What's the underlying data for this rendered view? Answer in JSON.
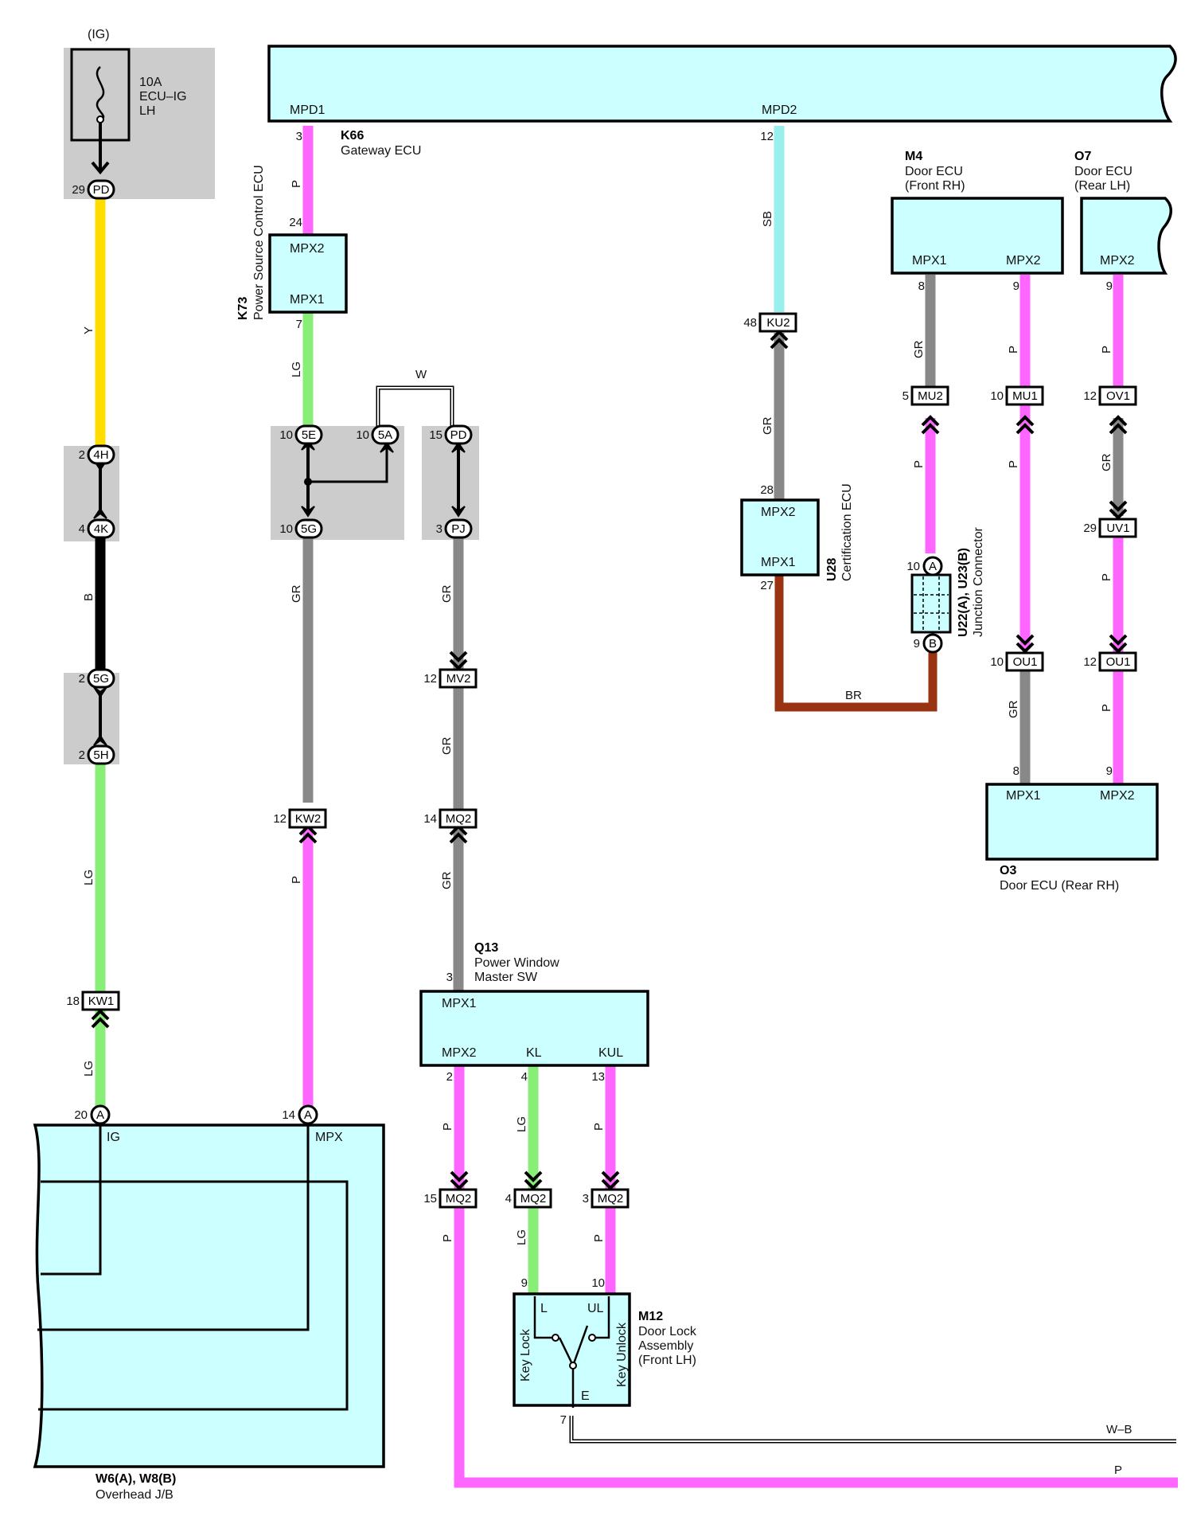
{
  "colors": {
    "P": "#ff66ff",
    "SB": "#99eeee",
    "GR": "#888888",
    "Y": "#ffdd00",
    "B": "#000000",
    "LG": "#88ee77",
    "BR": "#993311",
    "box_fill": "#ccffff",
    "jb_gray": "#cccccc"
  },
  "fuse": {
    "top_label": "(IG)",
    "rating": "10A",
    "name_line1": "ECU–IG",
    "name_line2": "LH"
  },
  "components": {
    "k66": {
      "code": "K66",
      "name": "Gateway ECU",
      "pin_mpd1": "MPD1",
      "pin_mpd2": "MPD2"
    },
    "k73": {
      "code": "K73",
      "name": "Power Source Control ECU",
      "pin_mpx2": "MPX2",
      "pin_mpx1": "MPX1"
    },
    "m4": {
      "code": "M4",
      "name_line1": "Door ECU",
      "name_line2": "(Front RH)",
      "pin_mpx1": "MPX1",
      "pin_mpx2": "MPX2"
    },
    "o7": {
      "code": "O7",
      "name_line1": "Door ECU",
      "name_line2": "(Rear LH)",
      "pin_mpx2": "MPX2"
    },
    "u28": {
      "code": "U28",
      "name": "Certification ECU",
      "pin_mpx2": "MPX2",
      "pin_mpx1": "MPX1"
    },
    "u22": {
      "code": "U22(A), U23(B)",
      "name": "Junction Connector",
      "pin_a": "A",
      "pin_b": "B"
    },
    "o3": {
      "code": "O3",
      "name": "Door ECU (Rear RH)",
      "pin_mpx1": "MPX1",
      "pin_mpx2": "MPX2"
    },
    "q13": {
      "code": "Q13",
      "name_line1": "Power Window",
      "name_line2": "Master SW",
      "pin_mpx1": "MPX1",
      "pin_mpx2": "MPX2",
      "pin_kl": "KL",
      "pin_kul": "KUL"
    },
    "m12": {
      "code": "M12",
      "name_line1": "Door Lock",
      "name_line2": "Assembly",
      "name_line3": "(Front LH)",
      "pin_l": "L",
      "pin_ul": "UL",
      "pin_e": "E",
      "key_lock": "Key Lock",
      "key_unlock": "Key Unlock"
    },
    "w6": {
      "code": "W6(A), W8(B)",
      "name": "Overhead J/B",
      "pin_ig": "IG",
      "pin_mpx": "MPX"
    }
  },
  "connectors": {
    "pd_top": "PD",
    "h4": "4H",
    "k4": "4K",
    "g5a": "5G",
    "h5": "5H",
    "kw1": "KW1",
    "e5": "5E",
    "a5": "5A",
    "pd_mid": "PD",
    "g5b": "5G",
    "pj": "PJ",
    "mv2": "MV2",
    "kw2": "KW2",
    "mq2_top": "MQ2",
    "ku2": "KU2",
    "mu2": "MU2",
    "mu1": "MU1",
    "ov1": "OV1",
    "uv1": "UV1",
    "ou1_a": "OU1",
    "ou1_b": "OU1",
    "mq2_a": "MQ2",
    "mq2_b": "MQ2",
    "mq2_c": "MQ2",
    "a_left": "A",
    "a_right": "A"
  },
  "pins": {
    "p29": "29",
    "p2a": "2",
    "p4a": "4",
    "p2b": "2",
    "p2c": "2",
    "p18": "18",
    "p20": "20",
    "p3a": "3",
    "p24": "24",
    "p7": "7",
    "p10a": "10",
    "p10b": "10",
    "p15a": "15",
    "p10c": "10",
    "p3b": "3",
    "p12a": "12",
    "p12b": "12",
    "p14a": "14",
    "p14b": "14",
    "p12c": "12",
    "p48": "48",
    "p28": "28",
    "p27": "27",
    "p8a": "8",
    "p9a": "9",
    "p9b": "9",
    "p5": "5",
    "p10d": "10",
    "p12d": "12",
    "p29b": "29",
    "p10e": "10",
    "p9c": "9",
    "p10f": "10",
    "p12e": "12",
    "p8b": "8",
    "p9d": "9",
    "p3c": "3",
    "p2d": "2",
    "p4b": "4",
    "p13": "13",
    "p15b": "15",
    "p4c": "4",
    "p3d": "3",
    "p9e": "9",
    "p10g": "10",
    "p7b": "7"
  },
  "wires": {
    "y": "Y",
    "b": "B",
    "lg1": "LG",
    "lg2": "LG",
    "p1": "P",
    "lg3": "LG",
    "w": "W",
    "gr1": "GR",
    "gr2": "GR",
    "gr3": "GR",
    "gr4": "GR",
    "p2": "P",
    "sb": "SB",
    "gr5": "GR",
    "br": "BR",
    "gr6": "GR",
    "p3": "P",
    "p4": "P",
    "p5": "P",
    "p6": "P",
    "gr7": "GR",
    "p7": "P",
    "gr8": "GR",
    "p8": "P",
    "p9": "P",
    "lg4": "LG",
    "p10": "P",
    "p11": "P",
    "lg5": "LG",
    "p12": "P",
    "wb": "W–B",
    "p13": "P"
  }
}
